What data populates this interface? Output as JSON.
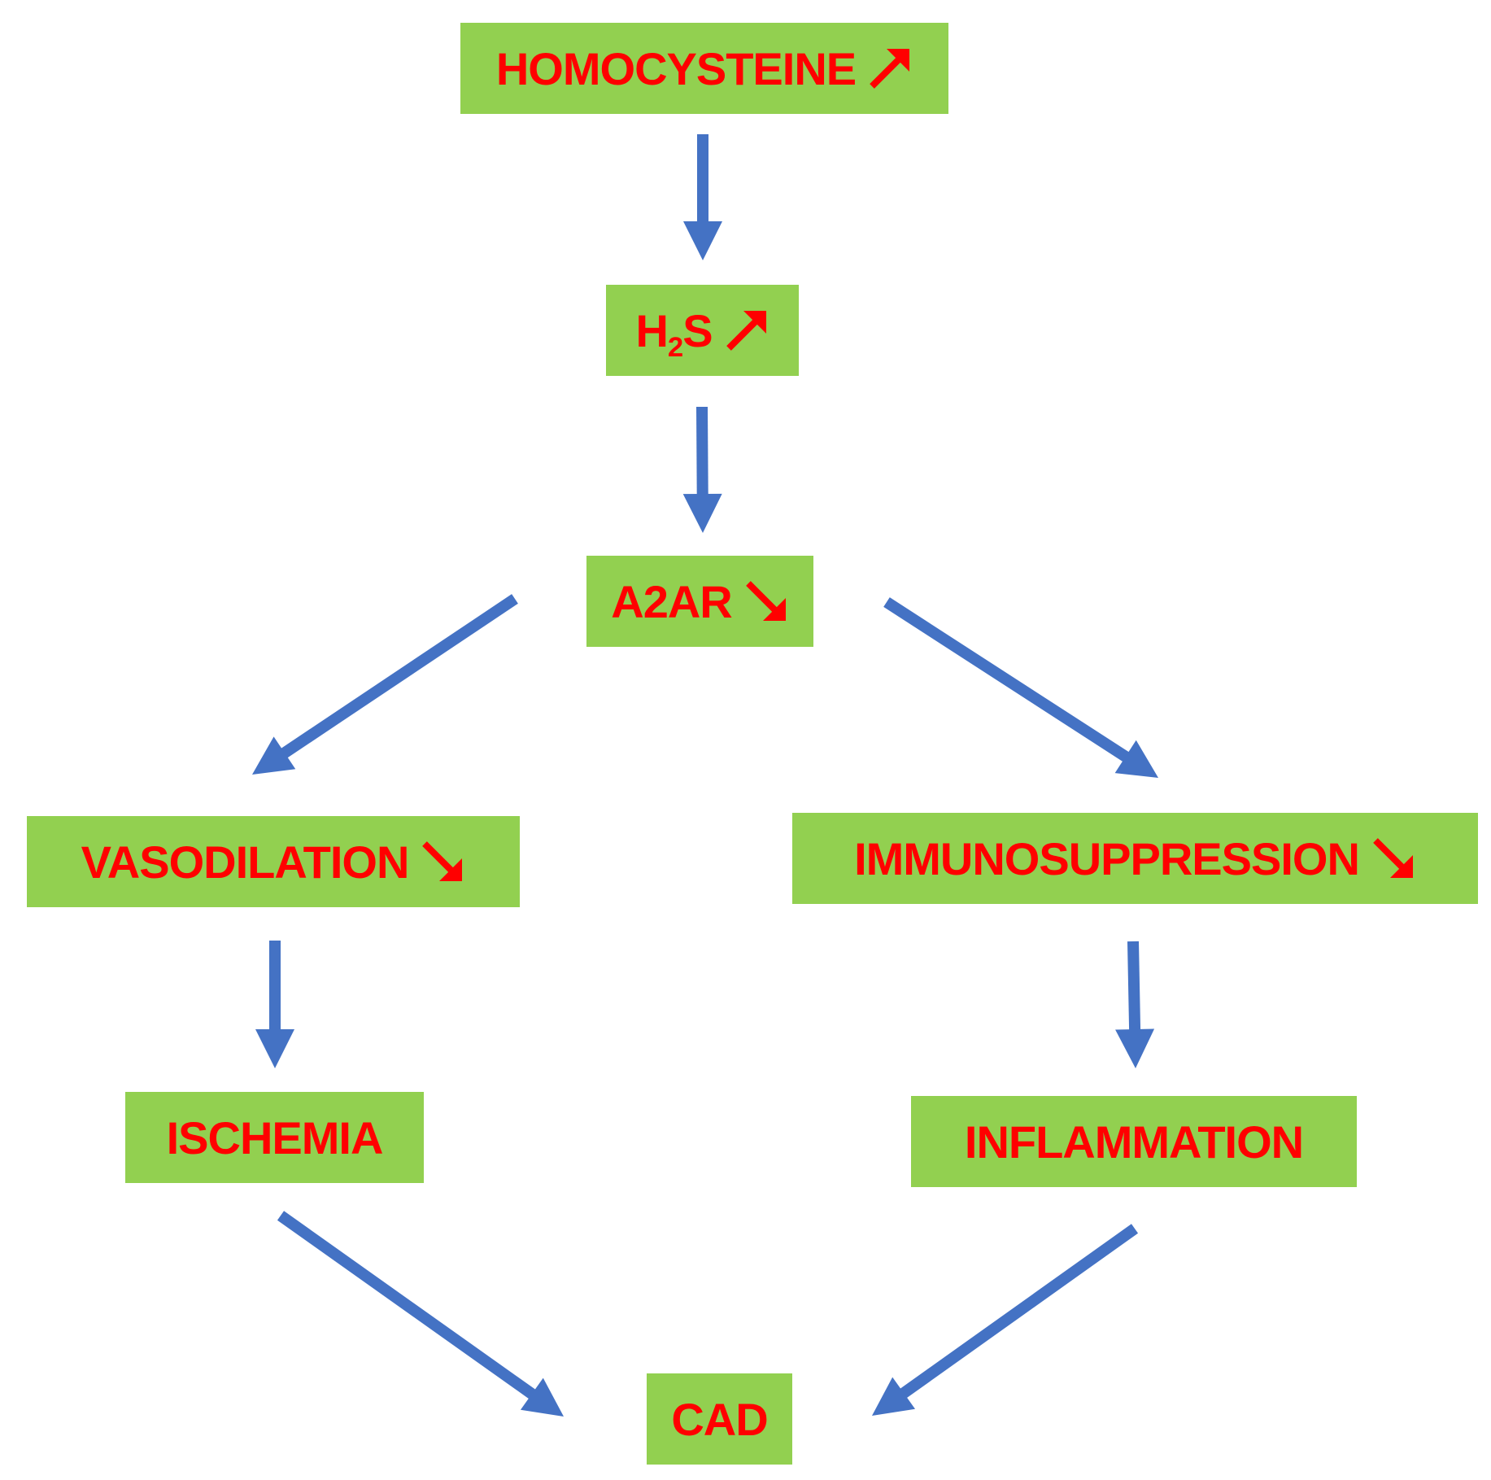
{
  "colors": {
    "node_fill": "#92d050",
    "text": "#ff0000",
    "arrow": "#4472c4",
    "background": "#ffffff"
  },
  "nodes": {
    "homocysteine": {
      "label": "HOMOCYSTEINE",
      "trend": "up",
      "trend_icon": "arrow-up-right-icon"
    },
    "h2s": {
      "label_main": "H",
      "label_sub": "2",
      "label_tail": "S",
      "trend": "up",
      "trend_icon": "arrow-up-right-icon"
    },
    "a2ar": {
      "label": "A2AR",
      "trend": "down",
      "trend_icon": "arrow-down-right-icon"
    },
    "vasodilation": {
      "label": "VASODILATION",
      "trend": "down",
      "trend_icon": "arrow-down-right-icon"
    },
    "immunosuppression": {
      "label": "IMMUNOSUPPRESSION",
      "trend": "down",
      "trend_icon": "arrow-down-right-icon"
    },
    "ischemia": {
      "label": "ISCHEMIA"
    },
    "inflammation": {
      "label": "INFLAMMATION"
    },
    "cad": {
      "label": "CAD"
    }
  },
  "edges": [
    {
      "from": "homocysteine",
      "to": "h2s"
    },
    {
      "from": "h2s",
      "to": "a2ar"
    },
    {
      "from": "a2ar",
      "to": "vasodilation"
    },
    {
      "from": "a2ar",
      "to": "immunosuppression"
    },
    {
      "from": "vasodilation",
      "to": "ischemia"
    },
    {
      "from": "immunosuppression",
      "to": "inflammation"
    },
    {
      "from": "ischemia",
      "to": "cad"
    },
    {
      "from": "inflammation",
      "to": "cad"
    }
  ]
}
